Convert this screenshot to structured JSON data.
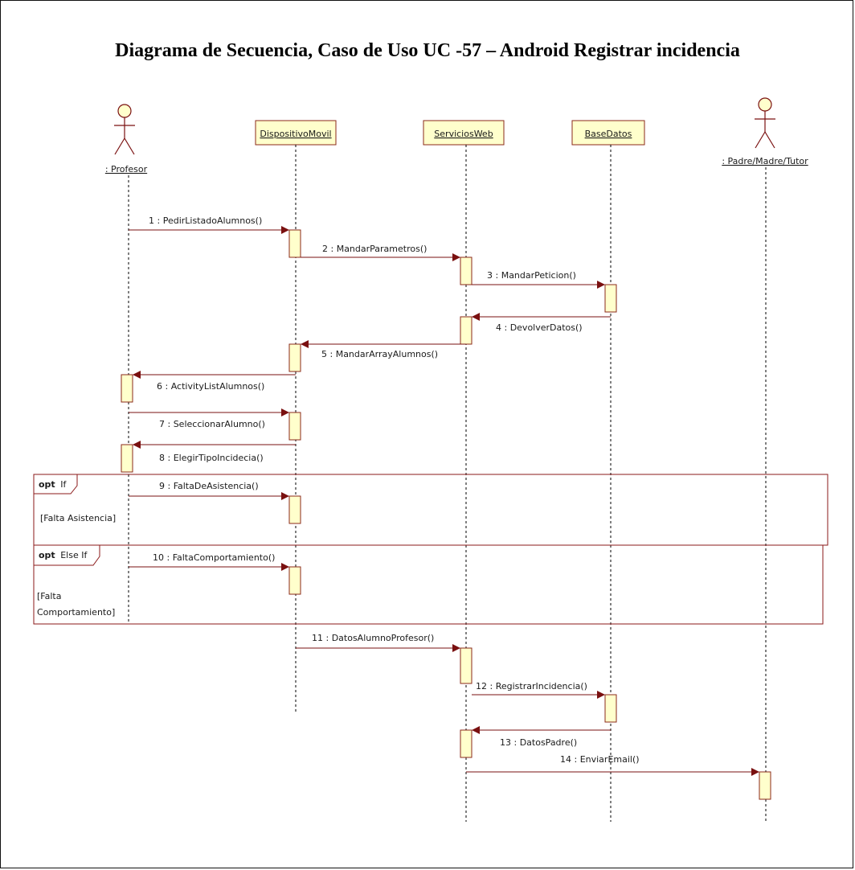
{
  "title": "Diagrama de Secuencia, Caso de Uso UC -57 – Android Registrar incidencia",
  "colors": {
    "box_fill": "#FFFFCC",
    "box_stroke": "#8B2A1A",
    "message_line": "#7A1010",
    "fragment_border": "#8B1A1A",
    "lifeline": "#000000"
  },
  "participants": [
    {
      "id": "profesor",
      "kind": "actor",
      "label": ": Profesor"
    },
    {
      "id": "dispositivo",
      "kind": "object",
      "label": "DispositivoMovil"
    },
    {
      "id": "servicios",
      "kind": "object",
      "label": "ServiciosWeb"
    },
    {
      "id": "base",
      "kind": "object",
      "label": "BaseDatos"
    },
    {
      "id": "padre",
      "kind": "actor",
      "label": ": Padre/Madre/Tutor"
    }
  ],
  "messages": [
    {
      "label": "1 : PedirListadoAlumnos()",
      "from": "profesor",
      "to": "dispositivo"
    },
    {
      "label": "2 : MandarParametros()",
      "from": "dispositivo",
      "to": "servicios"
    },
    {
      "label": "3 : MandarPeticion()",
      "from": "servicios",
      "to": "base"
    },
    {
      "label": "4 : DevolverDatos()",
      "from": "base",
      "to": "servicios"
    },
    {
      "label": "5 : MandarArrayAlumnos()",
      "from": "servicios",
      "to": "dispositivo"
    },
    {
      "label": "6 : ActivityListAlumnos()",
      "from": "dispositivo",
      "to": "profesor"
    },
    {
      "label": "7 : SeleccionarAlumno()",
      "from": "profesor",
      "to": "dispositivo"
    },
    {
      "label": "8 : ElegirTipoIncidecia()",
      "from": "dispositivo",
      "to": "profesor"
    },
    {
      "label": "9 : FaltaDeAsistencia()",
      "from": "profesor",
      "to": "dispositivo"
    },
    {
      "label": "10 : FaltaComportamiento()",
      "from": "profesor",
      "to": "dispositivo"
    },
    {
      "label": "11 : DatosAlumnoProfesor()",
      "from": "dispositivo",
      "to": "servicios"
    },
    {
      "label": "12 : RegistrarIncidencia()",
      "from": "servicios",
      "to": "base"
    },
    {
      "label": "13 : DatosPadre()",
      "from": "base",
      "to": "servicios"
    },
    {
      "label": "14 : EnviarEmail()",
      "from": "servicios",
      "to": "padre"
    }
  ],
  "fragments": [
    {
      "operator": "opt",
      "name": "If",
      "guard": "[Falta Asistencia]"
    },
    {
      "operator": "opt",
      "name": "Else If",
      "guard_line1": "[Falta",
      "guard_line2": "Comportamiento]"
    }
  ]
}
